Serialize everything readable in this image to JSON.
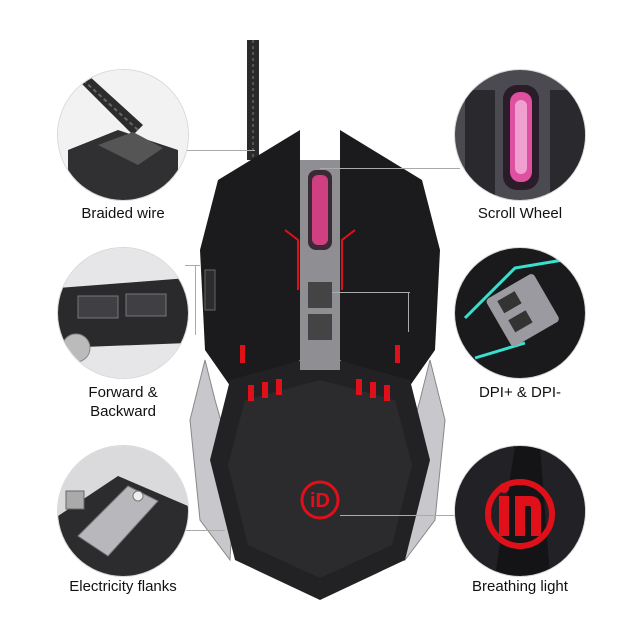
{
  "brand": {
    "logo_text": "iD",
    "accent": "#e0101a",
    "body_color": "#1b1b1d",
    "chrome_color": "#c8c8cc"
  },
  "features": [
    {
      "id": "braided-wire",
      "label": "Braided wire"
    },
    {
      "id": "scroll-wheel",
      "label": "Scroll Wheel"
    },
    {
      "id": "forward-backward",
      "label": "Forward &\nBackward"
    },
    {
      "id": "dpi",
      "label": "DPI+ & DPI-"
    },
    {
      "id": "electricity-flanks",
      "label": "Electricity flanks"
    },
    {
      "id": "breathing-light",
      "label": "Breathing light"
    }
  ]
}
